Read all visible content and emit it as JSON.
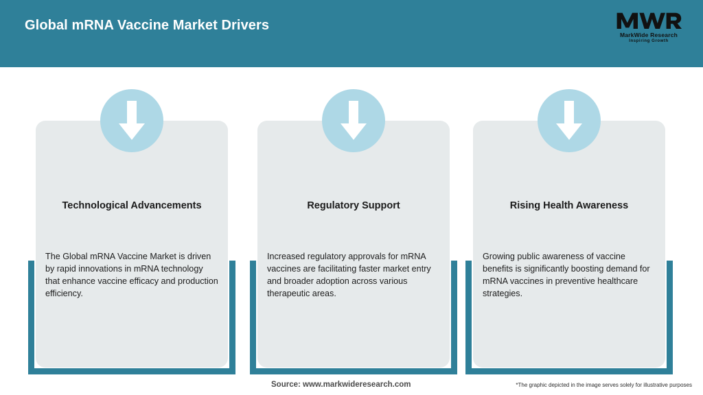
{
  "header": {
    "title": "Global mRNA Vaccine Market Drivers",
    "background_color": "#2f8099",
    "title_color": "#ffffff",
    "logo": {
      "mark": "MWR",
      "name": "MarkWide Research",
      "tagline": "Inspiring Growth"
    }
  },
  "cards": [
    {
      "icon": "arrow-down-icon",
      "title": "Technological Advancements",
      "body": "The Global mRNA Vaccine Market is driven by rapid innovations in mRNA technology that enhance vaccine efficacy and production efficiency."
    },
    {
      "icon": "arrow-down-icon",
      "title": "Regulatory Support",
      "body": "Increased regulatory approvals for mRNA vaccines are facilitating faster market entry and broader adoption across various therapeutic areas."
    },
    {
      "icon": "arrow-down-icon",
      "title": "Rising Health Awareness",
      "body": "Growing public awareness of vaccine benefits is significantly boosting demand for mRNA vaccines in preventive healthcare strategies."
    }
  ],
  "footer": {
    "source": "Source: www.markwideresearch.com",
    "disclaimer": "*The graphic depicted in the image serves solely for illustrative purposes"
  },
  "colors": {
    "teal": "#2f8099",
    "light_blue": "#aed8e6",
    "card_gray": "#e6eaeb",
    "page_background": "#ffffff"
  }
}
